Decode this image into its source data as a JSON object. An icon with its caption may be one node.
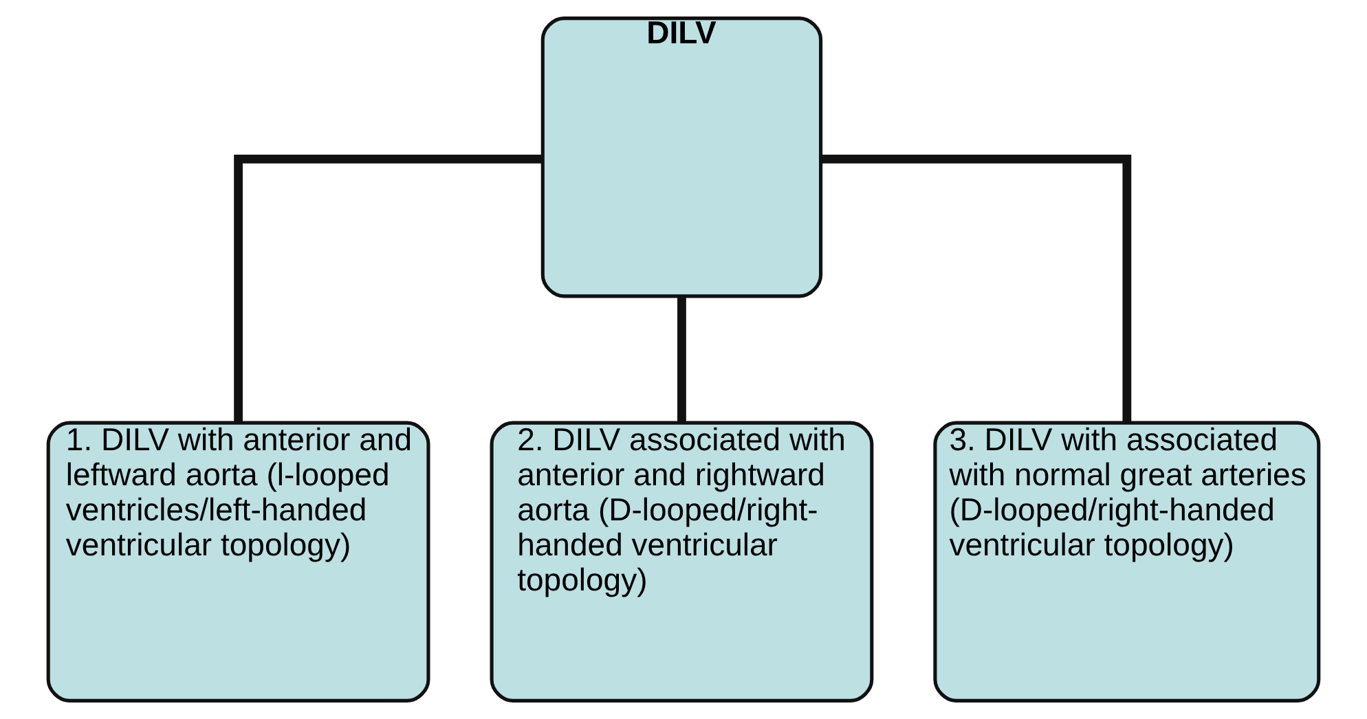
{
  "diagram": {
    "nodes": [
      {
        "text": [
          "DILV"
        ]
      },
      {
        "text": [
          "1. DILV with anterior and leftward aorta (l-looped ventricles/left-handed ventricular topology)"
        ]
      },
      {
        "text": [
          "2. DILV associated with anterior and rightward aorta (D-looped/right-handed ventricular topology)"
        ]
      },
      {
        "text": [
          "3. DILV with associated with normal great arteries (D-looped/right-handed ventricular topology)"
        ]
      }
    ],
    "edges": [
      {
        "from": 0,
        "to": 1,
        "arrow": "none"
      },
      {
        "from": 0,
        "to": 2,
        "arrow": "none"
      },
      {
        "from": 0,
        "to": 3,
        "arrow": "none"
      }
    ]
  }
}
